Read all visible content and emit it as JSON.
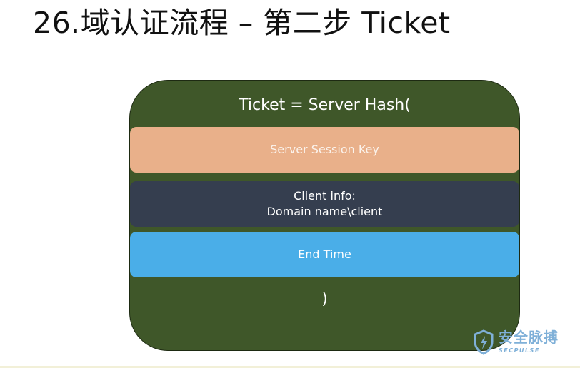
{
  "slide": {
    "title": "26.域认证流程 – 第二步 Ticket"
  },
  "ticket_box": {
    "formula_open": "Ticket = Server Hash(",
    "fields": {
      "session_key": "Server Session Key",
      "client_info_line1": "Client info:",
      "client_info_line2": "Domain name\\client",
      "end_time": "End Time"
    },
    "formula_close": ")"
  },
  "watermark": {
    "name_cn": "安全脉搏",
    "name_en": "SECPULSE",
    "icon": "shield-icon"
  },
  "colors": {
    "outer_box": "#3f5729",
    "session_key": "#e9b08a",
    "client_info": "#353e4f",
    "end_time": "#4aaee8",
    "watermark": "#7fb0d8"
  }
}
